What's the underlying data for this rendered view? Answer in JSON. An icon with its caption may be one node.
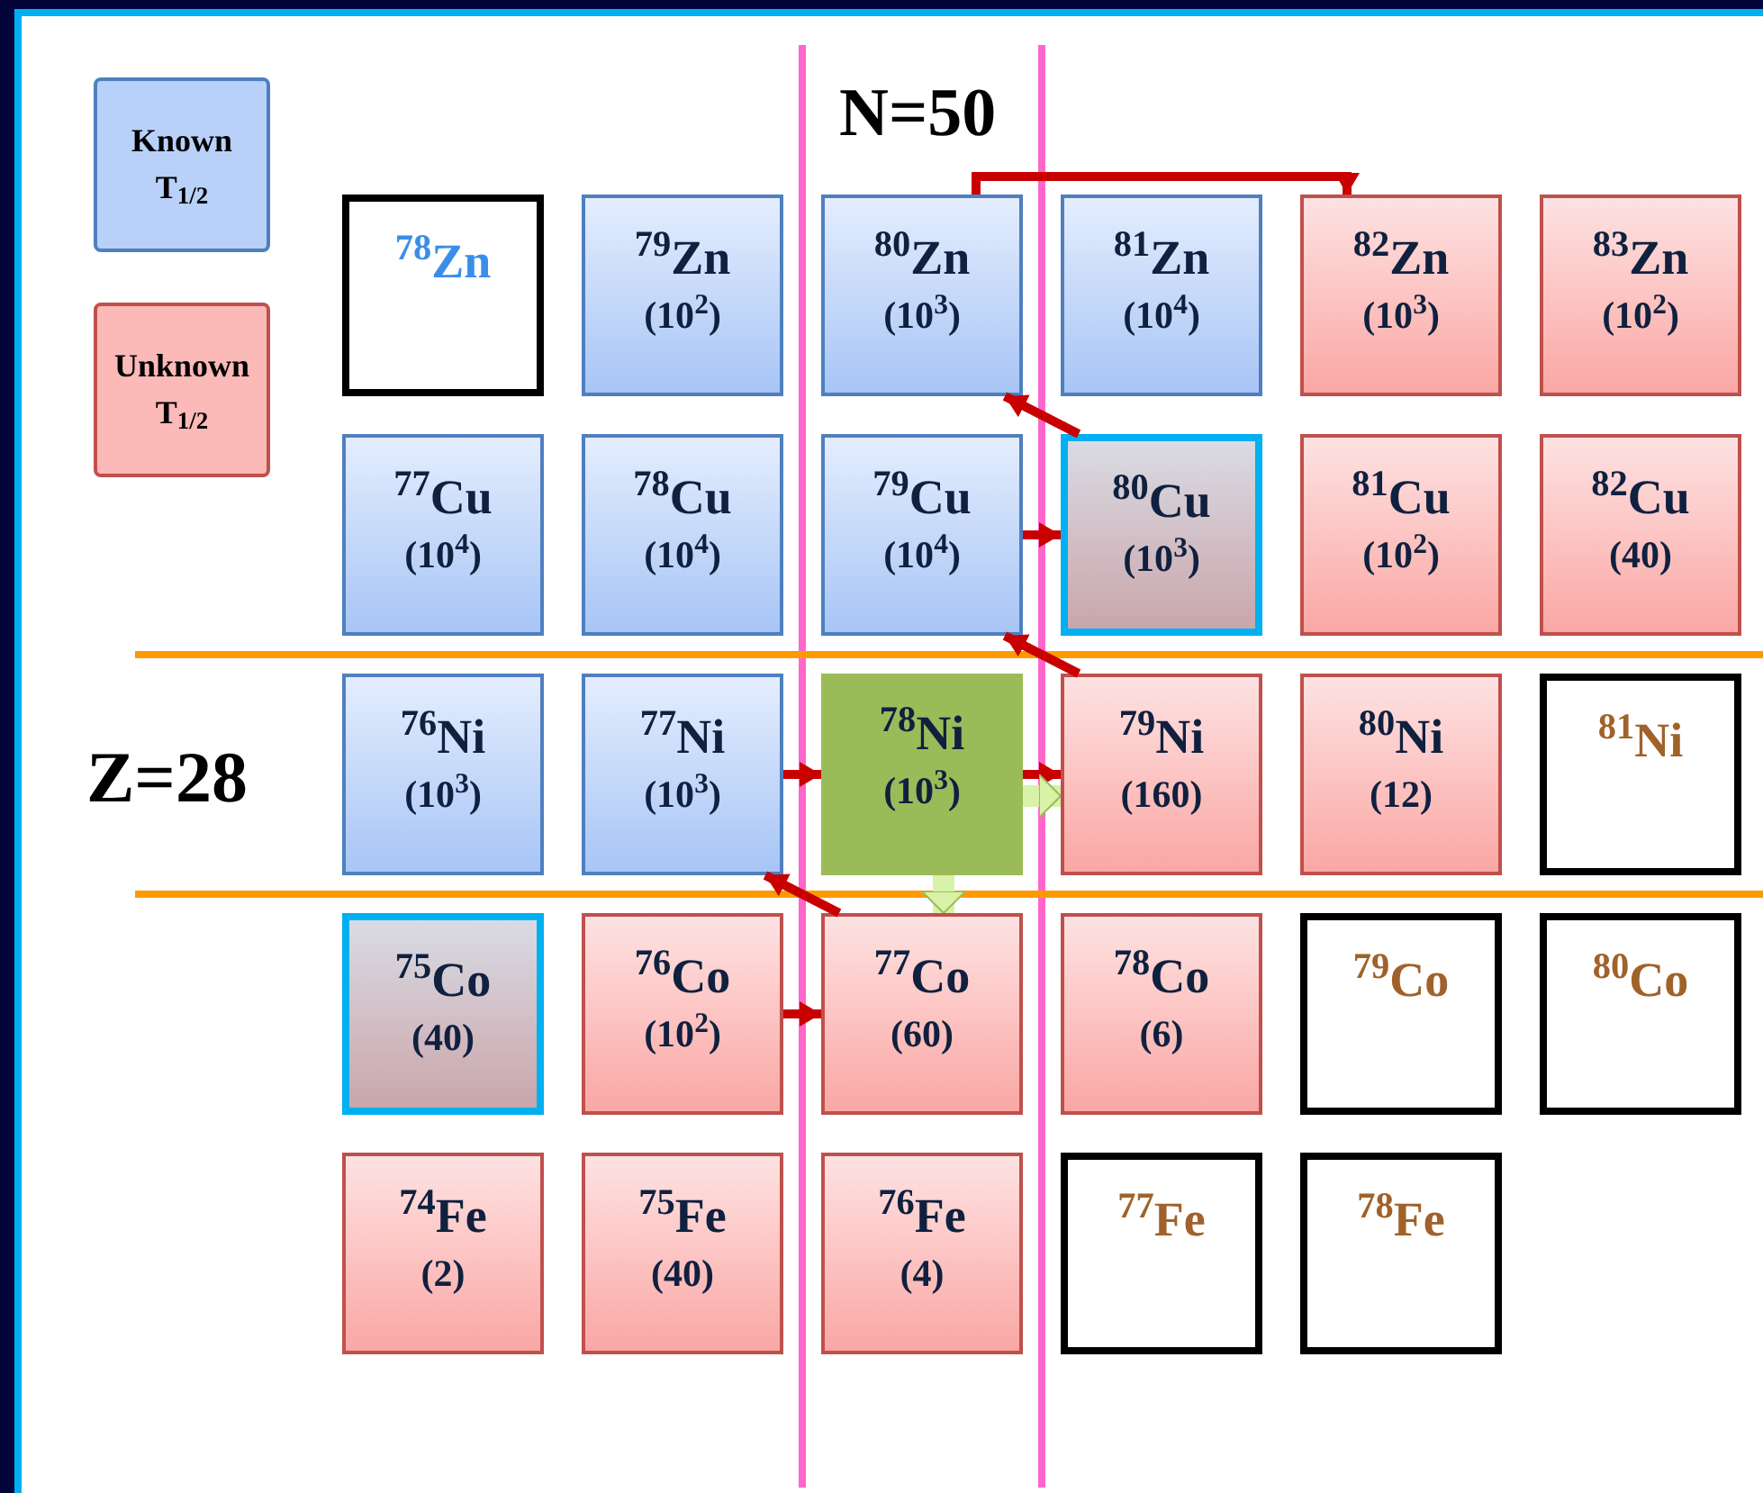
{
  "diagram": {
    "nodes": [
      {
        "text": [
          "$^{78}$Zn"
        ]
      },
      {
        "text": [
          "$^{79}$Zn",
          "(10$^{2}$)"
        ]
      },
      {
        "text": [
          "$^{80}$Zn",
          "(10$^{3}$)"
        ]
      },
      {
        "text": [
          "$^{81}$Zn",
          "(10$^{4}$)"
        ]
      },
      {
        "text": [
          "$^{82}$Zn",
          "(10$^{3}$)"
        ]
      },
      {
        "text": [
          "$^{83}$Zn",
          "(10$^{2}$)"
        ]
      },
      {
        "text": [
          "$^{77}$Cu",
          "(10$^{4}$)"
        ]
      },
      {
        "text": [
          "$^{78}$Cu",
          "(10$^{4}$)"
        ]
      },
      {
        "text": [
          "$^{79}$Cu",
          "(10$^{4}$)"
        ]
      },
      {
        "text": [
          "$^{80}$Cu",
          "(10$^{3}$)"
        ]
      },
      {
        "text": [
          "$^{81}$Cu",
          "(10$^{2}$)"
        ]
      },
      {
        "text": [
          "$^{82}$Cu",
          "(40)"
        ]
      },
      {
        "text": [
          "$^{76}$Ni",
          "(10$^{3}$)"
        ]
      },
      {
        "text": [
          "$^{77}$Ni",
          "(10$^{3}$)"
        ]
      },
      {
        "text": [
          "$^{78}$Ni",
          "(10$^{3}$)"
        ]
      },
      {
        "text": [
          "$^{79}$Ni",
          "(160)"
        ]
      },
      {
        "text": [
          "$^{80}$Ni",
          "(12)"
        ]
      },
      {
        "text": [
          "$^{81}$Ni"
        ]
      },
      {
        "text": [
          "$^{75}$Co",
          "(40)"
        ]
      },
      {
        "text": [
          "$^{76}$Co",
          "(10$^{2}$)"
        ]
      },
      {
        "text": [
          "$^{77}$Co",
          "(60)"
        ]
      },
      {
        "text": [
          "$^{78}$Co",
          "(6)"
        ]
      },
      {
        "text": [
          "$^{79}$Co"
        ]
      },
      {
        "text": [
          "$^{80}$Co"
        ]
      },
      {
        "text": [
          "$^{74}$Fe",
          "(2)"
        ]
      },
      {
        "text": [
          "$^{75}$Fe",
          "(40)"
        ]
      },
      {
        "text": [
          "$^{76}$Fe",
          "(4)"
        ]
      },
      {
        "text": [
          "$^{77}$Fe"
        ]
      },
      {
        "text": [
          "$^{78}$Fe"
        ]
      }
    ],
    "edges": [
      {
        "from": 2,
        "to": 4,
        "arrow": "to"
      },
      {
        "from": 9,
        "to": 2,
        "arrow": "to"
      },
      {
        "from": 8,
        "to": 9,
        "arrow": "to"
      },
      {
        "from": 15,
        "to": 8,
        "arrow": "to"
      },
      {
        "from": 13,
        "to": 14,
        "arrow": "to"
      },
      {
        "from": 14,
        "to": 15,
        "arrow": "to"
      },
      {
        "from": 20,
        "to": 13,
        "arrow": "to"
      },
      {
        "from": 19,
        "to": 20,
        "arrow": "to"
      },
      {
        "from": 14,
        "to": 15,
        "arrow": "to",
        "style": "thick",
        "color": "#d8f2a8"
      },
      {
        "from": 14,
        "to": 20,
        "arrow": "to",
        "style": "thick",
        "color": "#d8f2a8"
      }
    ],
    "labels": [
      "N=50",
      "Z=28"
    ],
    "legend": [
      {
        "text": "Known T$_{1/2}$",
        "color": "#b9d1f8"
      },
      {
        "text": "Unknown T$_{1/2}$",
        "color": "#fbb9b7"
      }
    ]
  }
}
